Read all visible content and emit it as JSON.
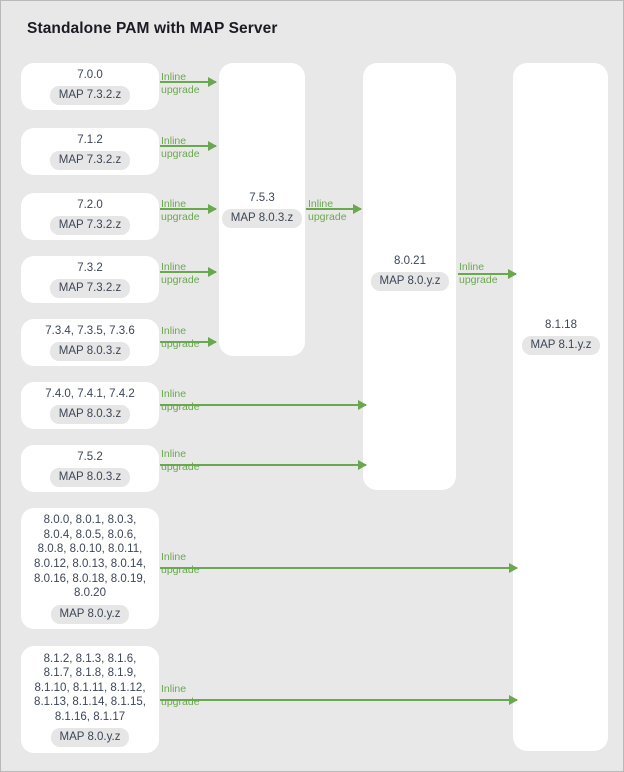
{
  "diagram": {
    "title": "Standalone PAM with MAP Server",
    "colors": {
      "canvas": "#e8e8e8",
      "lane": "#ffffff",
      "box": "#ffffff",
      "pill": "#e6e6e6",
      "text": "#3c4657",
      "title": "#1b1b24",
      "arrow": "#6aa84f",
      "border": "#b9b9b9"
    }
  },
  "lanes": [
    {
      "name": "lane-source-versions"
    },
    {
      "name": "lane-753"
    },
    {
      "name": "lane-8021"
    },
    {
      "name": "lane-8118"
    }
  ],
  "source_nodes": [
    {
      "versions": "7.0.0",
      "map": "MAP 7.3.2.z"
    },
    {
      "versions": "7.1.2",
      "map": "MAP 7.3.2.z"
    },
    {
      "versions": "7.2.0",
      "map": "MAP 7.3.2.z"
    },
    {
      "versions": "7.3.2",
      "map": "MAP 7.3.2.z"
    },
    {
      "versions": "7.3.4, 7.3.5, 7.3.6",
      "map": "MAP 8.0.3.z"
    },
    {
      "versions": "7.4.0, 7.4.1, 7.4.2",
      "map": "MAP 8.0.3.z"
    },
    {
      "versions": "7.5.2",
      "map": "MAP 8.0.3.z"
    },
    {
      "versions": "8.0.0, 8.0.1, 8.0.3,\n8.0.4, 8.0.5, 8.0.6,\n8.0.8, 8.0.10, 8.0.11,\n8.0.12, 8.0.13, 8.0.14,\n8.0.16, 8.0.18, 8.0.19,\n8.0.20",
      "map": "MAP 8.0.y.z"
    },
    {
      "versions": "8.1.2, 8.1.3, 8.1.6,\n8.1.7, 8.1.8, 8.1.9,\n8.1.10, 8.1.11, 8.1.12,\n8.1.13, 8.1.14, 8.1.15,\n8.1.16, 8.1.17",
      "map": "MAP 8.0.y.z"
    }
  ],
  "target_nodes": [
    {
      "versions": "7.5.3",
      "map": "MAP 8.0.3.z"
    },
    {
      "versions": "8.0.21",
      "map": "MAP 8.0.y.z"
    },
    {
      "versions": "8.1.18",
      "map": "MAP 8.1.y.z"
    }
  ],
  "arrows": [
    {
      "label": "Inline\nupgrade"
    },
    {
      "label": "Inline\nupgrade"
    },
    {
      "label": "Inline\nupgrade"
    },
    {
      "label": "Inline\nupgrade"
    },
    {
      "label": "Inline\nupgrade"
    },
    {
      "label": "Inline\nupgrade"
    },
    {
      "label": "Inline\nupgrade"
    },
    {
      "label": "Inline\nupgrade"
    },
    {
      "label": "Inline\nupgrade"
    },
    {
      "label": "Inline\nupgrade"
    },
    {
      "label": "Inline\nupgrade"
    }
  ]
}
